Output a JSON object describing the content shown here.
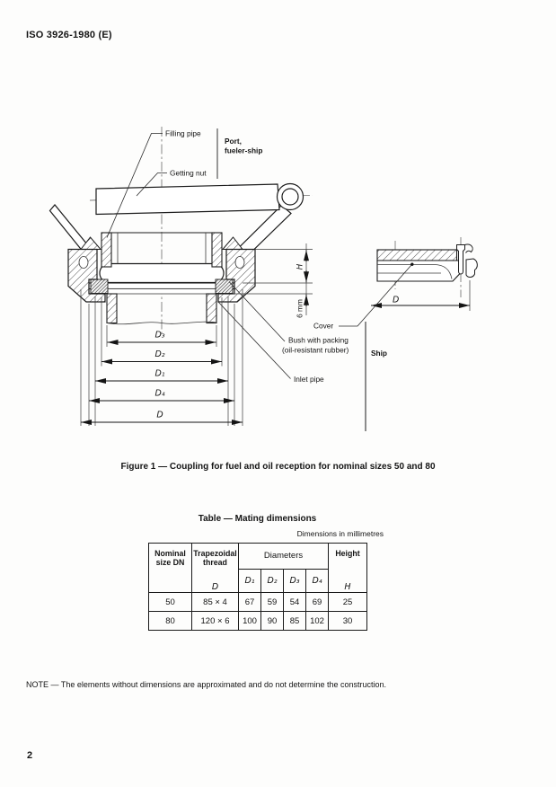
{
  "page": {
    "standard_ref": "ISO 3926-1980 (E)",
    "page_number": "2",
    "figure_caption": "Figure 1 — Coupling for fuel and oil reception for nominal sizes 50 and 80",
    "note": "NOTE — The elements without dimensions are approximated and do not determine the construction."
  },
  "drawing": {
    "labels": {
      "filling_pipe": "Filling pipe",
      "setting_nut": "Getting nut",
      "port_line1": "Port,",
      "port_line2": "fueler-ship",
      "ship": "Ship",
      "cover": "Cover",
      "bush_line1": "Bush with packing",
      "bush_line2": "(oil-resistant rubber)",
      "inlet_pipe": "Inlet pipe",
      "height_symbol": "H",
      "gap": "6 mm",
      "detail_diameter": "D",
      "dia_d3": "D₃",
      "dia_d2": "D₂",
      "dia_d1": "D₁",
      "dia_d4": "D₄",
      "dia_d": "D"
    }
  },
  "table": {
    "title": "Table — Mating dimensions",
    "units_note": "Dimensions in millimetres",
    "headers": {
      "nominal_line1": "Nominal",
      "nominal_line2": "size DN",
      "thread_line1": "Trapezoidal",
      "thread_line2": "thread",
      "thread_symbol": "D",
      "diameters": "Diameters",
      "d1": "D₁",
      "d2": "D₂",
      "d3": "D₃",
      "d4": "D₄",
      "height": "Height",
      "height_symbol": "H"
    },
    "rows": [
      {
        "dn": "50",
        "thread": "85 × 4",
        "d1": "67",
        "d2": "59",
        "d3": "54",
        "d4": "69",
        "h": "25"
      },
      {
        "dn": "80",
        "thread": "120 × 6",
        "d1": "100",
        "d2": "90",
        "d3": "85",
        "d4": "102",
        "h": "30"
      }
    ]
  }
}
